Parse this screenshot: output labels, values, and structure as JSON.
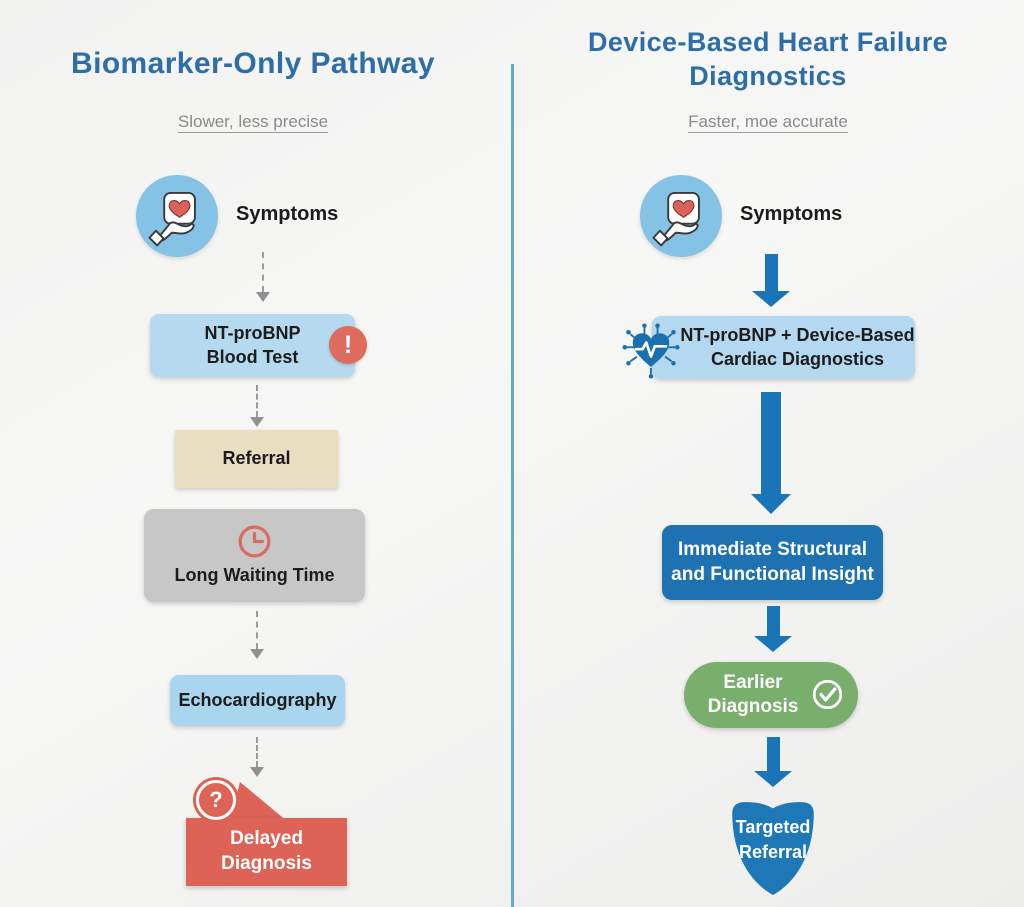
{
  "left": {
    "title": "Biomarker-Only Pathway",
    "subtitle": "Slower, less precise",
    "symptoms": "Symptoms",
    "blood_test_line1": "NT-proBNP",
    "blood_test_line2": "Blood Test",
    "referral": "Referral",
    "waiting": "Long Waiting Time",
    "echo": "Echocardiography",
    "delayed_line1": "Delayed",
    "delayed_line2": "Diagnosis"
  },
  "right": {
    "title_line1": "Device-Based Heart Failure",
    "title_line2": "Diagnostics",
    "subtitle": "Faster, moe accurate",
    "symptoms": "Symptoms",
    "combo_line1": "NT-proBNP + Device-Based",
    "combo_line2": "Cardiac Diagnostics",
    "insight_line1": "Immediate Structural",
    "insight_line2": "and Functional Insight",
    "earlier_line1": "Earlier",
    "earlier_line2": "Diagnosis",
    "targeted_line1": "Targeted",
    "targeted_line2": "Referral"
  },
  "icons": {
    "alert_glyph": "!",
    "question_glyph": "?"
  },
  "colors": {
    "title_blue": "#2d6ea8",
    "light_blue_box": "#b5daf0",
    "tan_box": "#e9ddc2",
    "gray_box": "#c7c7c8",
    "dark_blue_box": "#1e72b2",
    "green_pill": "#79ae6d",
    "red_box": "#dd6356",
    "arrow_blue": "#1a74b8",
    "divider_blue": "#63a8cd",
    "symptom_circle_blue": "#85c3e6"
  }
}
